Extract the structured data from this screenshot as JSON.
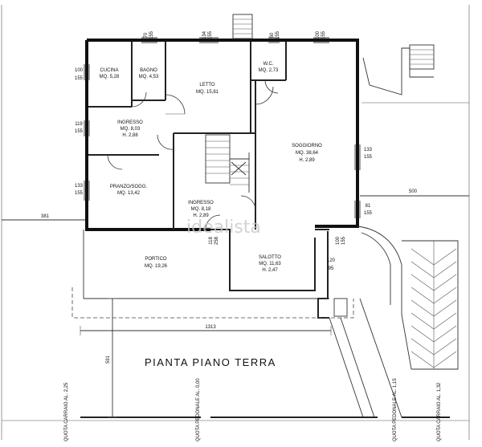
{
  "plan": {
    "title": "PIANTA  PIANO TERRA",
    "watermark": "idealista",
    "rooms": [
      {
        "id": "cucina",
        "name": "CUCINA",
        "area": "MQ. 5,28",
        "height": ""
      },
      {
        "id": "bagno",
        "name": "BAGNO",
        "area": "MQ. 4,53",
        "height": ""
      },
      {
        "id": "letto",
        "name": "LETTO",
        "area": "MQ. 15,81",
        "height": ""
      },
      {
        "id": "wc",
        "name": "W.C.",
        "area": "MQ. 2,73",
        "height": ""
      },
      {
        "id": "ingresso1",
        "name": "INGRESSO",
        "area": "MQ. 8,03",
        "height": "H. 2,88"
      },
      {
        "id": "soggiorno",
        "name": "SOGGIORNO",
        "area": "MQ. 38,64",
        "height": "H. 2,89"
      },
      {
        "id": "pranzo",
        "name": "PRANZO/SOGG.",
        "area": "MQ. 13,42",
        "height": ""
      },
      {
        "id": "ingresso2",
        "name": "INGRESSO",
        "area": "MQ. 8,18",
        "height": "H. 2,89"
      },
      {
        "id": "portico",
        "name": "PORTICO",
        "area": "MQ. 19,26",
        "height": ""
      },
      {
        "id": "salotto",
        "name": "SALOTTO",
        "area": "MQ. 11,63",
        "height": "H. 2,47"
      }
    ],
    "dimensions": {
      "d_381": "381",
      "d_500": "500",
      "d_1313": "1313",
      "d_591": "591",
      "cucina_top": "100",
      "cucina_bot": "155",
      "ingr_top": "119",
      "ingr_bot": "155",
      "pranzo_top": "133",
      "pranzo_bot": "155",
      "sogg_top": "133",
      "sogg_bot": "155",
      "right_top": "81",
      "right_bot": "155",
      "sal_top": "120",
      "sal_bot": "95",
      "w1_top": "70",
      "w1_bot": "155",
      "w2_top": "134",
      "w2_bot": "155",
      "w3_top": "60",
      "w3_bot": "155",
      "w4_top": "100",
      "w4_bot": "155",
      "por_top": "118",
      "por_bot": "258",
      "sal_v_top": "100",
      "sal_v_bot": "155"
    },
    "bottom_labels": {
      "q1": "QUOTA CARRAIO AL. 2,25",
      "q2": "QUOTA PEDONALE AL. 0,00",
      "q3": "QUOTA PEDONALE AL. 1,15",
      "q4": "QUOTA CARRAIO AL. 1,32"
    }
  }
}
